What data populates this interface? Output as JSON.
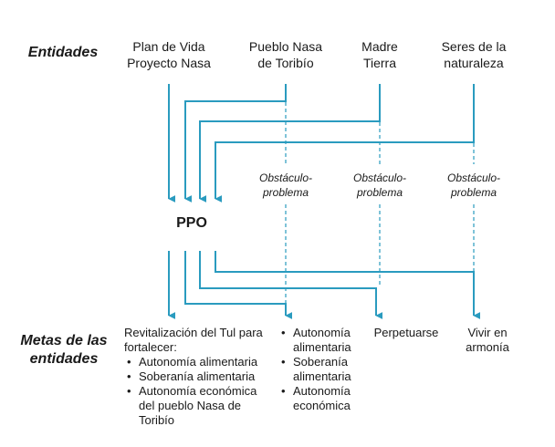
{
  "row_labels": {
    "entities": "Entidades",
    "goals_line1": "Metas de las",
    "goals_line2": "entidades"
  },
  "entities": [
    {
      "line1": "Plan de Vida",
      "line2": "Proyecto Nasa"
    },
    {
      "line1": "Pueblo Nasa",
      "line2": "de Toribío"
    },
    {
      "line1": "Madre",
      "line2": "Tierra"
    },
    {
      "line1": "Seres de la",
      "line2": "naturaleza"
    }
  ],
  "obstacles": [
    {
      "line1": "Obstáculo-",
      "line2": "problema"
    },
    {
      "line1": "Obstáculo-",
      "line2": "problema"
    },
    {
      "line1": "Obstáculo-",
      "line2": "problema"
    }
  ],
  "center_node": "PPO",
  "goals": {
    "col1": {
      "intro1": "Revitalización del Tul para",
      "intro2": "fortalecer:",
      "items": [
        {
          "line1": "Autonomía alimentaria"
        },
        {
          "line1": "Soberanía alimentaria"
        },
        {
          "line1": "Autonomía económica",
          "line2": "del pueblo Nasa de",
          "line3": "Toribío"
        }
      ]
    },
    "col2": {
      "items": [
        {
          "line1": "Autonomía",
          "line2": "alimentaria"
        },
        {
          "line1": "Soberanía",
          "line2": "alimentaria"
        },
        {
          "line1": "Autonomía",
          "line2": "económica"
        }
      ]
    },
    "col3": {
      "line1": "Perpetuarse"
    },
    "col4": {
      "line1": "Vivir en",
      "line2": "armonía"
    }
  },
  "colors": {
    "line": "#2a9bbf",
    "text": "#1a1a1a"
  }
}
